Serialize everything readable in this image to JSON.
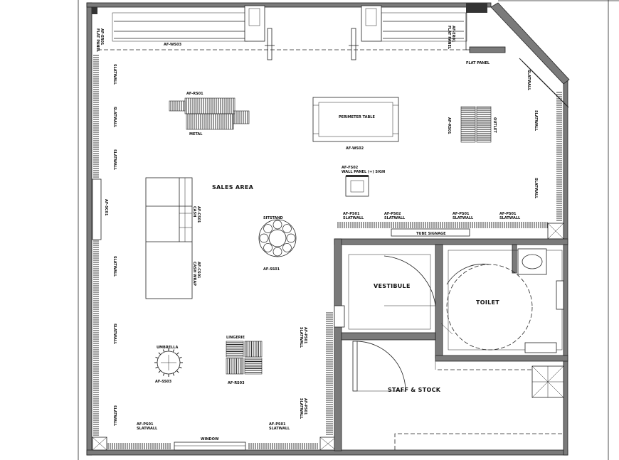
{
  "rooms": {
    "sales_area": "SALES AREA",
    "vestibule": "VESTIBULE",
    "toilet": "TOILET",
    "staff_stock": "STAFF & STOCK"
  },
  "fixtures": {
    "top_left_plan": "AF-WS03",
    "top_left_wall_panel": "AF-ER01\nFLAT PANEL",
    "top_right_wall_panel": "AF-ER01\nFLAT PANEL",
    "top_right_flat_panel": "FLAT PANEL",
    "center_table": "PERIMETER TABLE",
    "center_table_code": "AF-WS02",
    "wall_panel_center": "AF-FS02\nWALL PANEL (+) SIGN",
    "slatwall": "SLATWALL",
    "left_rack_code": "AF-RS01",
    "left_rack": "METAL",
    "right_rack": "OUTLET",
    "rack_rs01": "AF-RS01",
    "rack_ss01": "AF-SS01",
    "stand_name": "SITSTAND",
    "stand_code": "AF-SS01",
    "cash_label": "AF-CS01\nCASH",
    "counter_label": "AF-CS01\nCASH WRAP",
    "side_code": "AF-SC01",
    "umbrella": "UMBRELLA",
    "umbrella_code": "AF-SS03",
    "lingerie": "LINGERIE",
    "lingerie_code": "AF-RS03",
    "window_label": "WINDOW",
    "ps01_slatwall": "AF-PS01\nSLATWALL",
    "ps02_slatwall": "AF-PS02\nSLATWALL",
    "ps01_b": "AF-PS01\nSLATWALL",
    "ps01_c": "AF-PS01\nSLATWALL",
    "tube_sign": "TUBE SIGNAGE",
    "door_code": "AF-PS01\nSLATWALL"
  },
  "colors": {
    "wall_fill": "#7a7a7a",
    "line": "#222222"
  }
}
